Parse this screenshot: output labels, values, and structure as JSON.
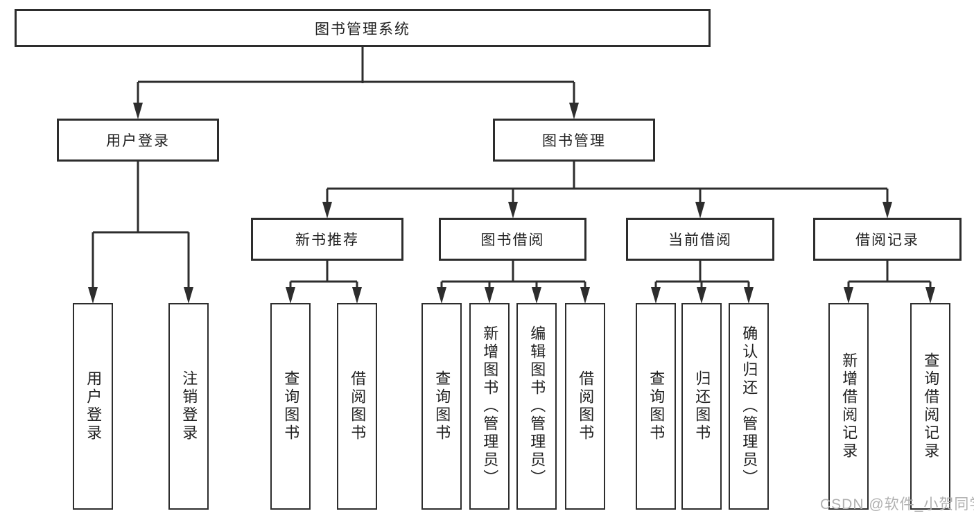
{
  "diagram": {
    "title_node": {
      "label": "图书管理系统"
    },
    "level2": [
      {
        "label": "用户登录"
      },
      {
        "label": "图书管理"
      }
    ],
    "level3": [
      {
        "label": "新书推荐",
        "parent": "图书管理"
      },
      {
        "label": "图书借阅",
        "parent": "图书管理"
      },
      {
        "label": "当前借阅",
        "parent": "图书管理"
      },
      {
        "label": "借阅记录",
        "parent": "图书管理"
      }
    ],
    "leaves": [
      {
        "label": "用户登录",
        "parent": "用户登录"
      },
      {
        "label": "注销登录",
        "parent": "用户登录"
      },
      {
        "label": "查询图书",
        "parent": "新书推荐"
      },
      {
        "label": "借阅图书",
        "parent": "新书推荐"
      },
      {
        "label": "查询图书",
        "parent": "图书借阅"
      },
      {
        "label": "新增图书（管理员）",
        "parent": "图书借阅"
      },
      {
        "label": "编辑图书（管理员）",
        "parent": "图书借阅"
      },
      {
        "label": "借阅图书",
        "parent": "图书借阅"
      },
      {
        "label": "查询图书",
        "parent": "当前借阅"
      },
      {
        "label": "归还图书",
        "parent": "当前借阅"
      },
      {
        "label": "确认归还（管理员）",
        "parent": "当前借阅"
      },
      {
        "label": "新增借阅记录",
        "parent": "借阅记录"
      },
      {
        "label": "查询借阅记录",
        "parent": "借阅记录"
      }
    ],
    "watermark": {
      "text": "CSDN @软件_小贺同学"
    },
    "colors": {
      "line": "#2d2d2d",
      "text": "#212121",
      "box_background": "#ffffff",
      "page_background": "#ffffff",
      "watermark": "#b0b0b0"
    }
  }
}
